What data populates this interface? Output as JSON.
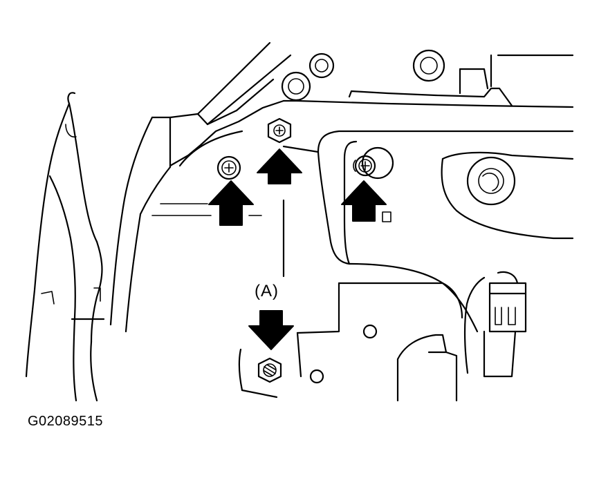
{
  "diagram": {
    "callout_label": "(A)",
    "figure_code": "G02089515",
    "ink_color": "#000000",
    "background_color": "#ffffff",
    "fasteners": [
      "bolt-top-center",
      "bolt-left",
      "bolt-right",
      "nut-bottom"
    ],
    "arrows": [
      {
        "name": "arrow-up-left",
        "direction": "up"
      },
      {
        "name": "arrow-up-center",
        "direction": "up"
      },
      {
        "name": "arrow-up-right",
        "direction": "up"
      },
      {
        "name": "arrow-down-callout",
        "direction": "down"
      }
    ]
  }
}
